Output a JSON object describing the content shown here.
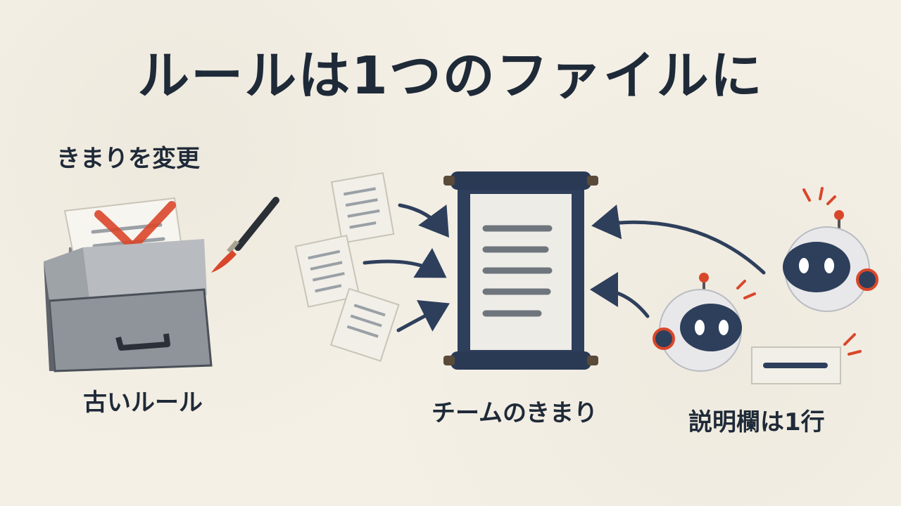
{
  "title": "ルールは1つのファイルに",
  "labels": {
    "change_rules": "きまりを変更",
    "old_rules": "古いルール",
    "team_rules": "チームのきまり",
    "description_one_line": "説明欄は1行"
  },
  "colors": {
    "ink": "#243041",
    "accent_red": "#d9472b",
    "paper": "#f4f0e6",
    "scroll_blue": "#2e3f5c"
  },
  "icons": [
    "file-drawer-icon",
    "crossed-document-icon",
    "brush-icon",
    "loose-paper-icon",
    "scroll-icon",
    "robot-icon",
    "one-line-card-icon"
  ]
}
